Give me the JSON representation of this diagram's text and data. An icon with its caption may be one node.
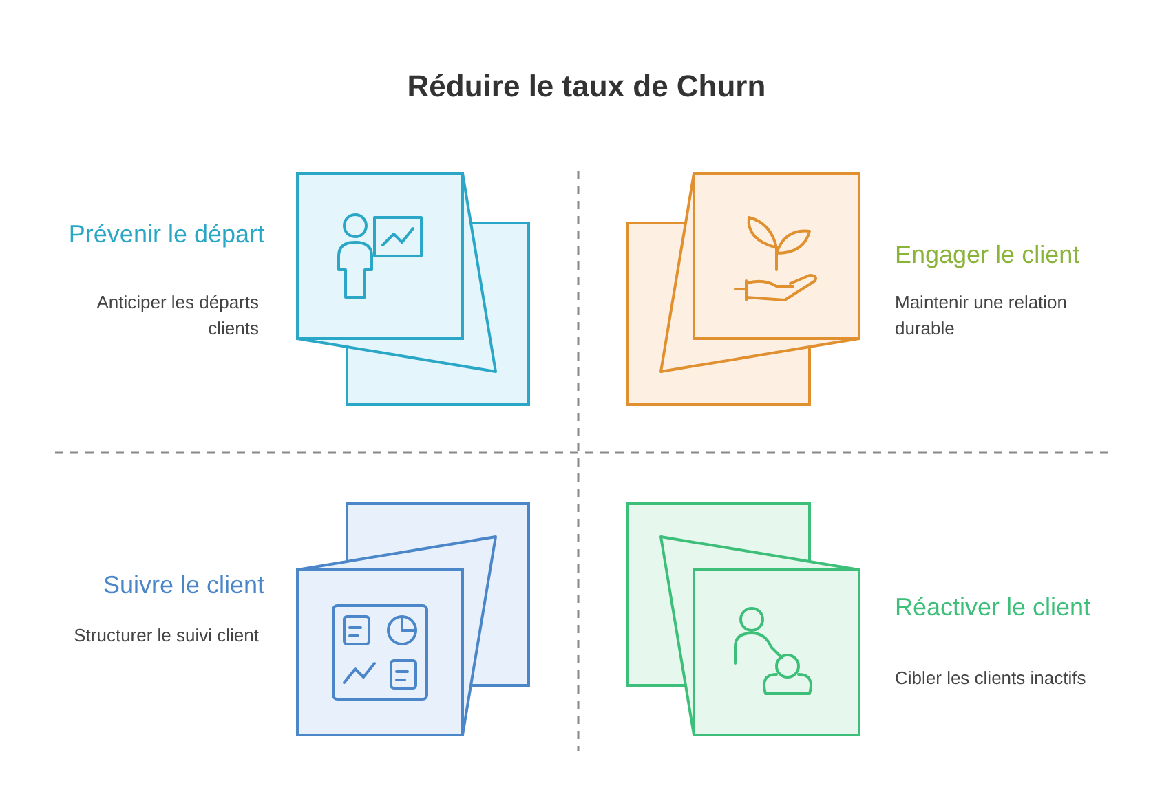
{
  "diagram": {
    "title": "Réduire le taux de Churn",
    "labels": [
      "Prévenir le départ",
      "Anticiper les départs clients",
      "Engager le client",
      "Maintenir une relation durable",
      "Suivre le client",
      "Structurer le suivi client",
      "Réactiver le client",
      "Cibler les clients inactifs"
    ]
  }
}
